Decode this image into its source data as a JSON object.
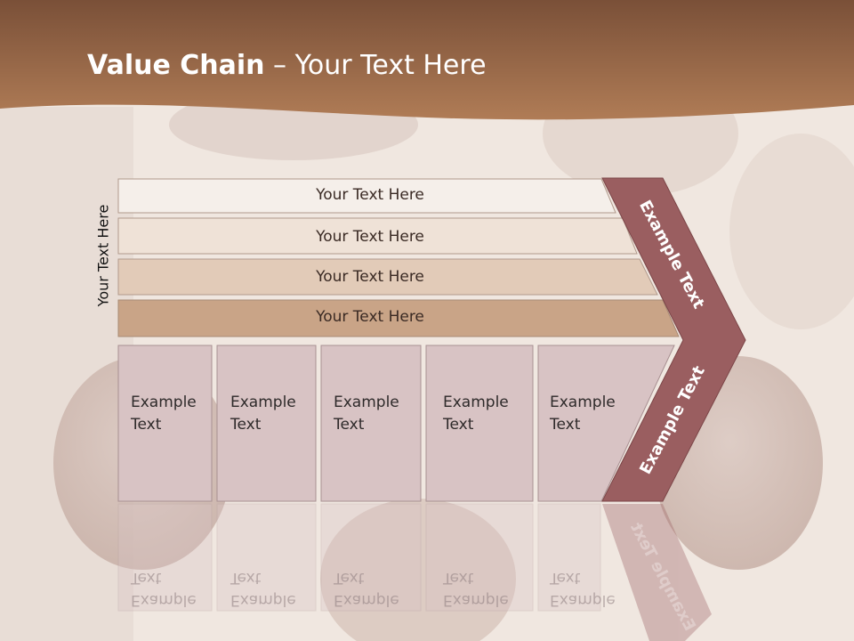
{
  "title": {
    "bold": "Value Chain",
    "rest": " – Your Text Here"
  },
  "side_label": "Your Text Here",
  "bands": [
    {
      "label": "Your Text Here",
      "fill": "#f5efea"
    },
    {
      "label": "Your Text Here",
      "fill": "#efe2d7"
    },
    {
      "label": "Your Text Here",
      "fill": "#e2cbb8"
    },
    {
      "label": "Your Text Here",
      "fill": "#c9a487"
    }
  ],
  "columns": [
    {
      "label": "Example\nText"
    },
    {
      "label": "Example\nText"
    },
    {
      "label": "Example\nText"
    },
    {
      "label": "Example\nText"
    },
    {
      "label": "Example\nText"
    }
  ],
  "chevron": {
    "upper_label": "Example Text",
    "lower_label": "Example Text",
    "fill": "#9a5e60"
  },
  "colors": {
    "header": "#a26f4c",
    "column_fill": "#d8c3c4"
  }
}
